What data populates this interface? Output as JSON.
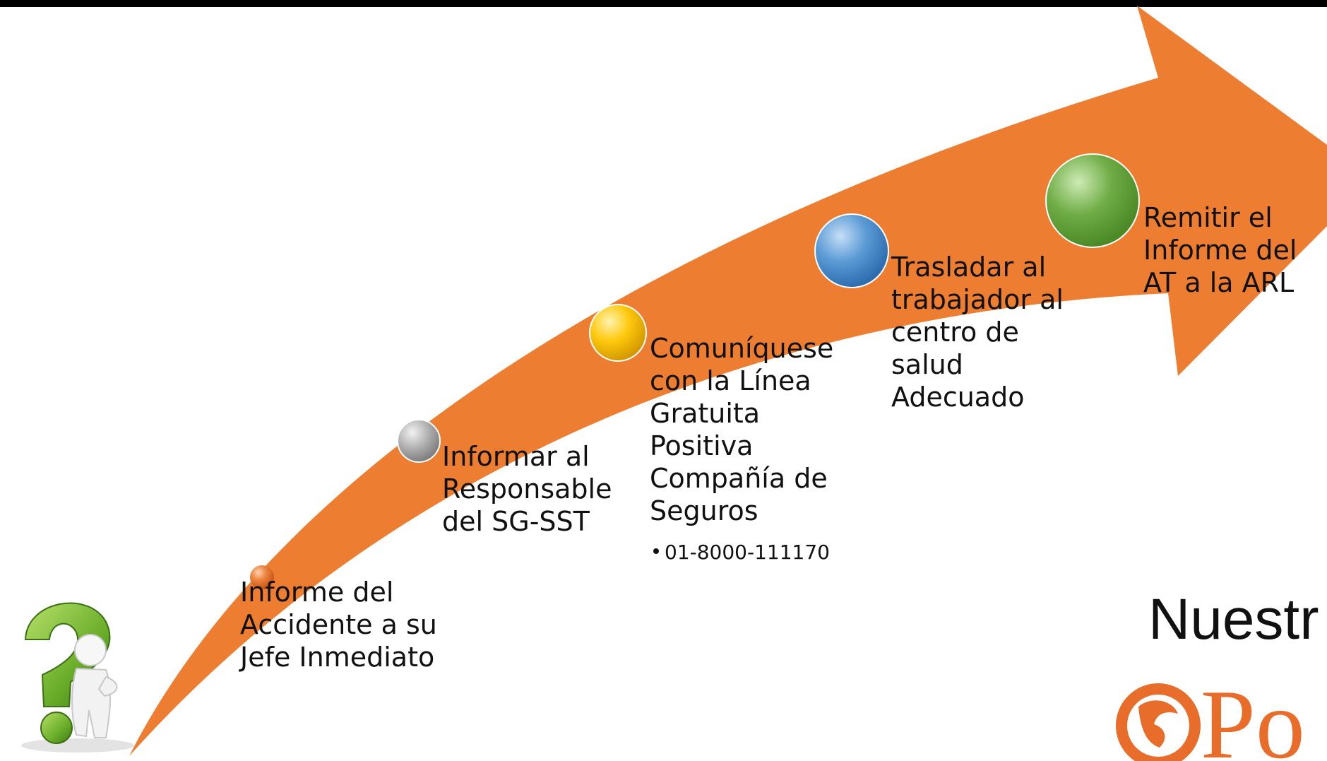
{
  "steps": [
    {
      "label": "Informe del\nAccidente a su\nJefe Inmediato",
      "color": "#E86D2A"
    },
    {
      "label": "Informar al\nResponsable\ndel SG-SST",
      "color": "#A6A6A6"
    },
    {
      "label": "Comuníquese\ncon la Línea\nGratuita\nPositiva\nCompañía de\nSeguros",
      "color": "#FFC000",
      "bullet": "01-8000-111170"
    },
    {
      "label": "Trasladar al\ntrabajador al\ncentro de\nsalud\nAdecuado",
      "color": "#4A90D9"
    },
    {
      "label": "Remitir el\nInforme del\nAT a la ARL",
      "color": "#5DAA3A"
    }
  ],
  "arrow_color": "#ED7D31",
  "footer": {
    "heading": "Nuestr",
    "logo_text": "Po"
  }
}
